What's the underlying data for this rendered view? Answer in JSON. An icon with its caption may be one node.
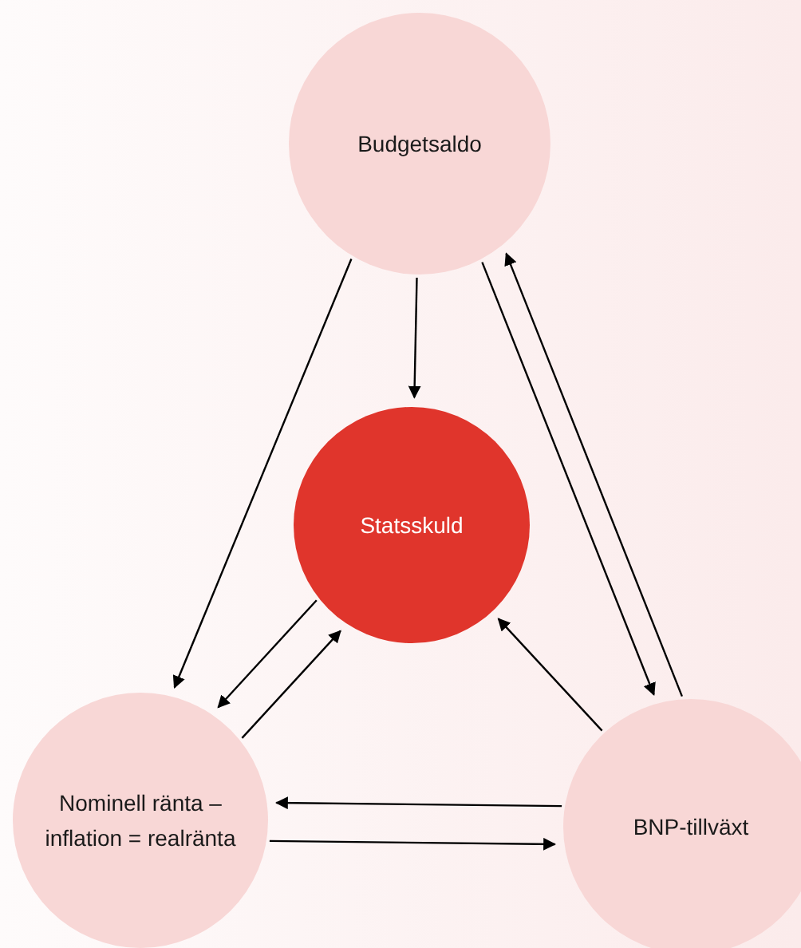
{
  "diagram": {
    "nodes": [
      {
        "text": [
          "Budgetsaldo"
        ]
      },
      {
        "text": [
          "Statsskuld"
        ]
      },
      {
        "text": [
          "Nominell ränta – inflation = realränta"
        ]
      },
      {
        "text": [
          "BNP-tillväxt"
        ]
      }
    ],
    "edges": [
      {
        "from": 0,
        "to": 1,
        "arrow": "to"
      },
      {
        "from": 0,
        "to": 2,
        "arrow": "to"
      },
      {
        "from": 0,
        "to": 3,
        "arrow": "to"
      },
      {
        "from": 3,
        "to": 0,
        "arrow": "to"
      },
      {
        "from": 1,
        "to": 2,
        "arrow": "to"
      },
      {
        "from": 2,
        "to": 1,
        "arrow": "to"
      },
      {
        "from": 3,
        "to": 1,
        "arrow": "to"
      },
      {
        "from": 3,
        "to": 2,
        "arrow": "to"
      },
      {
        "from": 2,
        "to": 3,
        "arrow": "to"
      }
    ]
  }
}
